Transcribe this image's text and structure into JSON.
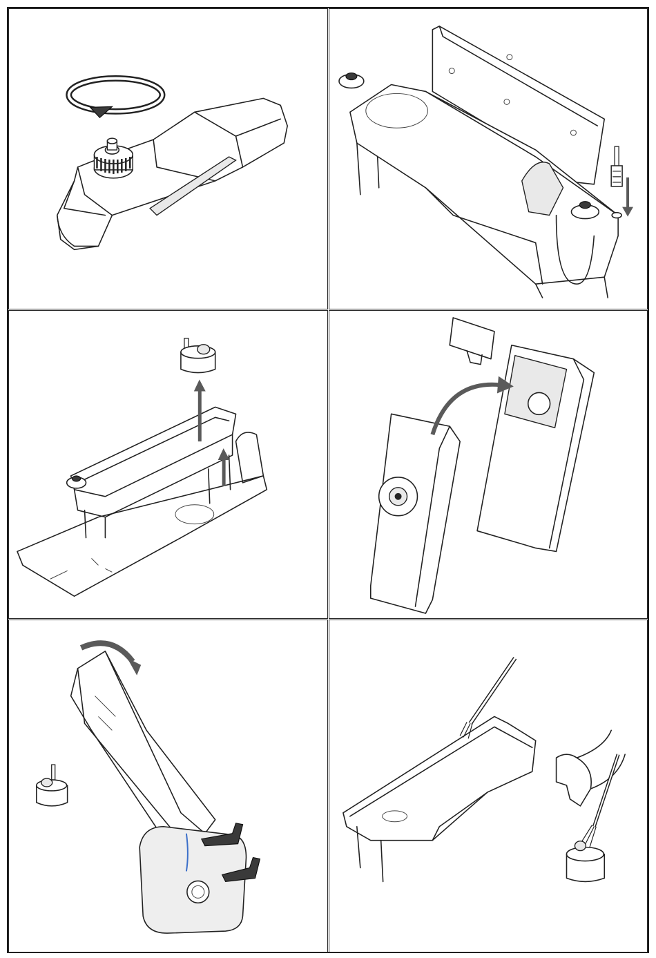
{
  "page": {
    "panels": [
      {
        "id": 1,
        "icon": "rotate-cap-icon"
      },
      {
        "id": 2,
        "icon": "insert-pin-icon"
      },
      {
        "id": 3,
        "icon": "lift-parts-icon"
      },
      {
        "id": 4,
        "icon": "remove-panel-icon"
      },
      {
        "id": 5,
        "icon": "empty-tank-icon"
      },
      {
        "id": 6,
        "icon": "brush-clean-icon"
      }
    ],
    "colors": {
      "line": "#222222",
      "arrow": "#5a5a5a",
      "sink": "#eeeeee"
    }
  }
}
